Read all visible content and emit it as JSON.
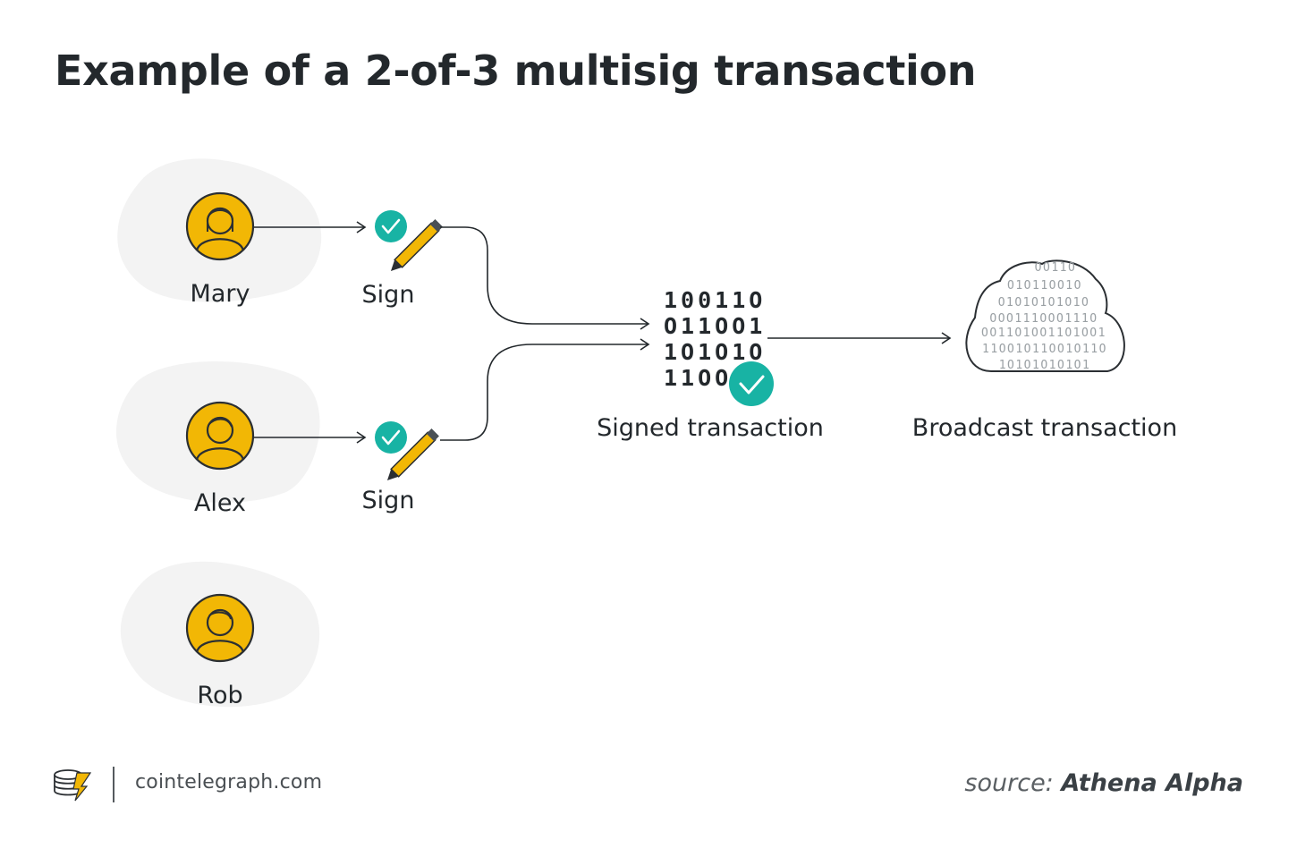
{
  "title": "Example of a 2-of-3 multisig transaction",
  "signers": [
    {
      "name": "Mary",
      "signed": true,
      "action_label": "Sign"
    },
    {
      "name": "Alex",
      "signed": true,
      "action_label": "Sign"
    },
    {
      "name": "Rob",
      "signed": false
    }
  ],
  "binary_rows": [
    "10011O",
    "O11OO1",
    "1O1O1O",
    "11OO"
  ],
  "cloud_rows": [
    "OO11O",
    "O1O11OO1O",
    "O1O1O1O1O1O",
    "OOO111OOO111O",
    "OO11O1OO11O1OO1",
    "11OO1O11OO1O11O",
    "1O1O1O1O1O1"
  ],
  "signed_transaction_label": "Signed transaction",
  "broadcast_label": "Broadcast transaction",
  "footer": {
    "site": "cointelegraph.com",
    "source_prefix": "source:",
    "source_name": "Athena Alpha"
  },
  "colors": {
    "avatar": "#f2b705",
    "check": "#18b3a4",
    "text": "#23282c",
    "blob": "#f3f3f3",
    "pencil": "#f2b705"
  },
  "icons": [
    "user-icon",
    "checkmark-icon",
    "pencil-icon",
    "binary-data-icon",
    "cloud-icon",
    "cointelegraph-logo-icon"
  ]
}
